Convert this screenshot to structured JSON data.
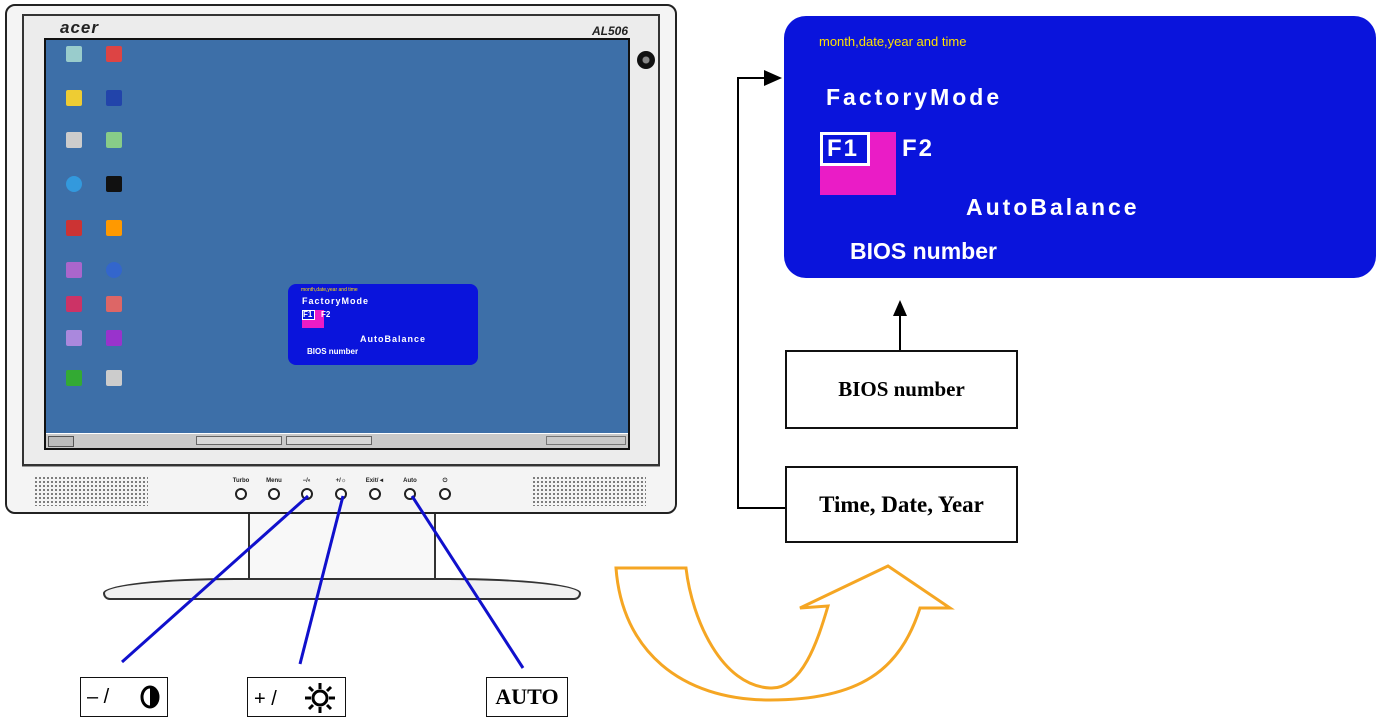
{
  "monitor": {
    "brand": "acer",
    "model": "AL506",
    "screen_osd": {
      "top_text": "month,date,year and time",
      "factory_mode": "FactoryMode",
      "f1": "F1",
      "f2": "F2",
      "auto_balance": "AutoBalance",
      "bios_number": "BIOS number"
    },
    "buttons": [
      {
        "label": "Turbo"
      },
      {
        "label": "Menu"
      },
      {
        "label": "−/◐"
      },
      {
        "label": "+/☼"
      },
      {
        "label": "Exit/◄"
      },
      {
        "label": "Auto"
      },
      {
        "label": "⏻"
      }
    ]
  },
  "osd_zoom": {
    "top_text": "month,date,year and time",
    "factory_mode": "FactoryMode",
    "f1": "F1",
    "f2": "F2",
    "auto_balance": "AutoBalance",
    "bios_number": "BIOS number"
  },
  "callouts": {
    "bios_box": "BIOS number",
    "time_box": "Time, Date, Year",
    "minus_box": "– / ",
    "plus_box": "+ / ",
    "auto_box": "AUTO"
  },
  "colors": {
    "osd_background": "#0a14dc",
    "osd_highlight": "#ea1cc6",
    "osd_header_text": "#ffe100",
    "connector_lines": "#1010cc",
    "cycle_arrow": "#f5a623"
  }
}
